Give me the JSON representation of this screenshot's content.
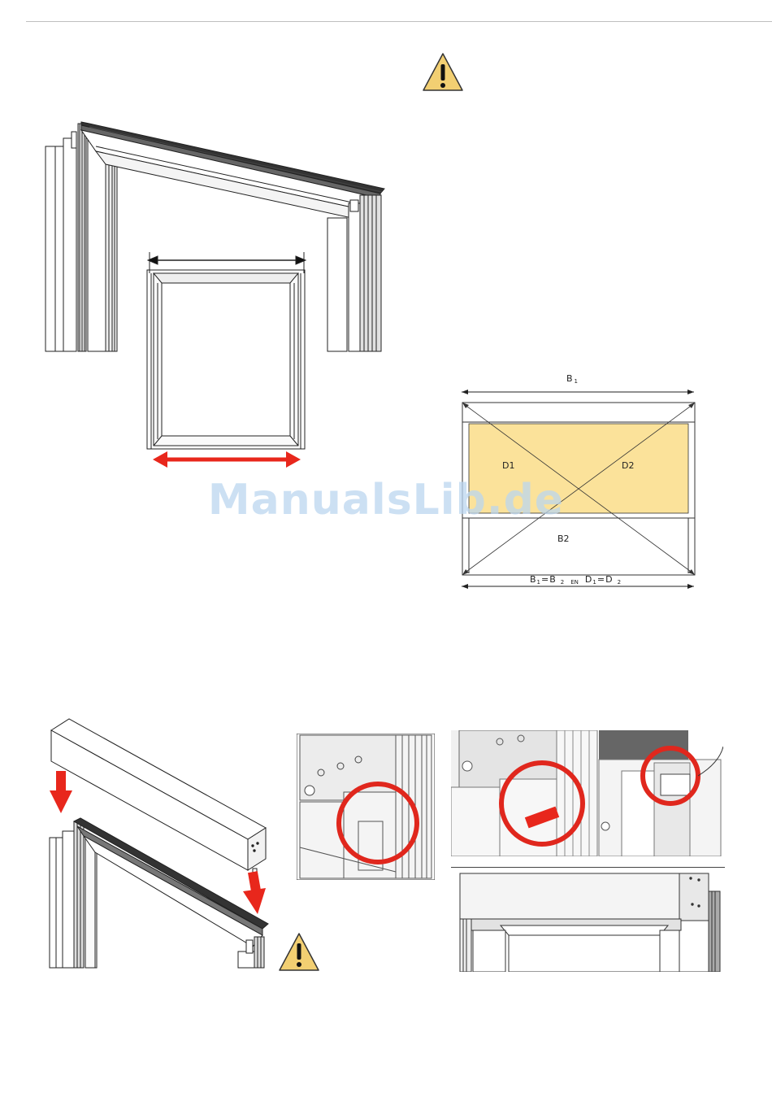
{
  "watermark": "ManualsLib.de",
  "diagram": {
    "top_label_main": "B",
    "top_label_sub": "1",
    "left_diag": "D1",
    "right_diag": "D2",
    "bottom_inner": "B2",
    "eq_b1": "B",
    "eq_b1_sub": "1",
    "eq_eq1": "=",
    "eq_b2": "B",
    "eq_b2_sub": "2",
    "eq_en": "EN",
    "eq_d1": "D",
    "eq_d1_sub": "1",
    "eq_eq2": "=",
    "eq_d2": "D",
    "eq_d2_sub": "2"
  },
  "colors": {
    "warning_fill": "#f2cf72",
    "arrow_red": "#e8271c",
    "highlight_yellow": "#fbe29a",
    "circle_red": "#e0271d"
  },
  "icons": [
    "warning-icon",
    "warning-icon-bottom"
  ]
}
